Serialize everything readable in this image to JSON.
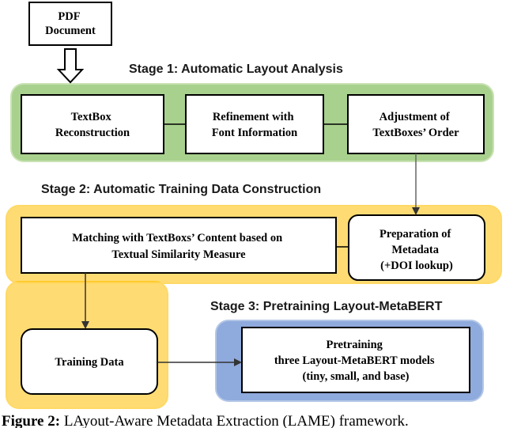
{
  "stages": {
    "stage1": "Stage 1: Automatic Layout Analysis",
    "stage2": "Stage 2: Automatic Training Data Construction",
    "stage3": "Stage 3: Pretraining Layout-MetaBERT"
  },
  "boxes": {
    "pdf": [
      "PDF",
      "Document"
    ],
    "textbox_reconstruction": [
      "TextBox",
      "Reconstruction"
    ],
    "refinement": [
      "Refinement with",
      "Font Information"
    ],
    "adjustment": [
      "Adjustment of",
      "TextBoxes’ Order"
    ],
    "matching": [
      "Matching with TextBoxs’ Content based on",
      "Textual Similarity Measure"
    ],
    "preparation": [
      "Preparation of",
      "Metadata",
      "(+DOI lookup)"
    ],
    "training_data": [
      "Training Data"
    ],
    "pretraining": [
      "Pretraining",
      "three Layout-MetaBERT models",
      "(tiny, small, and base)"
    ]
  },
  "caption": {
    "label": "Figure 2:",
    "text": " LAyout-Aware Metadata Extraction (LAME) framework."
  },
  "colors": {
    "green_fill": "#a9d18e",
    "green_edge": "#c9e2b3",
    "orange_fill": "#ffc000",
    "orange_edge": "#ffd966",
    "blue_fill": "#8faadc",
    "blue_edge": "#b4c7e7",
    "arrow": "#333333"
  }
}
